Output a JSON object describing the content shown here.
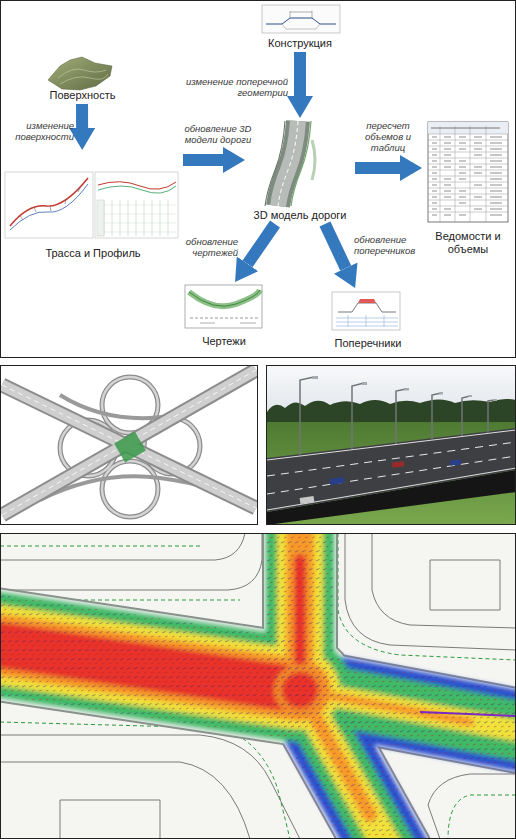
{
  "diagram": {
    "nodes": [
      {
        "text": [
          "Конструкция"
        ]
      },
      {
        "text": [
          "Поверхность"
        ]
      },
      {
        "text": [
          "3D модель дороги"
        ]
      },
      {
        "text": [
          "Трасса и Профиль"
        ]
      },
      {
        "text": [
          "Ведомости и объемы"
        ]
      },
      {
        "text": [
          "Чертежи"
        ]
      },
      {
        "text": [
          "Поперечники"
        ]
      }
    ],
    "edges": [
      {
        "from": 1,
        "to": 3,
        "label": "изменение поверхности",
        "arrow": "to"
      },
      {
        "from": 0,
        "to": 2,
        "label": "изменение поперечной геометрии",
        "arrow": "to"
      },
      {
        "from": 3,
        "to": 2,
        "label": "обновление 3D модели дороги",
        "arrow": "to"
      },
      {
        "from": 2,
        "to": 4,
        "label": "пересчет объемов и таблиц",
        "arrow": "to"
      },
      {
        "from": 2,
        "to": 5,
        "label": "обновление чертежей",
        "arrow": "to"
      },
      {
        "from": 2,
        "to": 6,
        "label": "обновление поперечников",
        "arrow": "to"
      }
    ]
  }
}
